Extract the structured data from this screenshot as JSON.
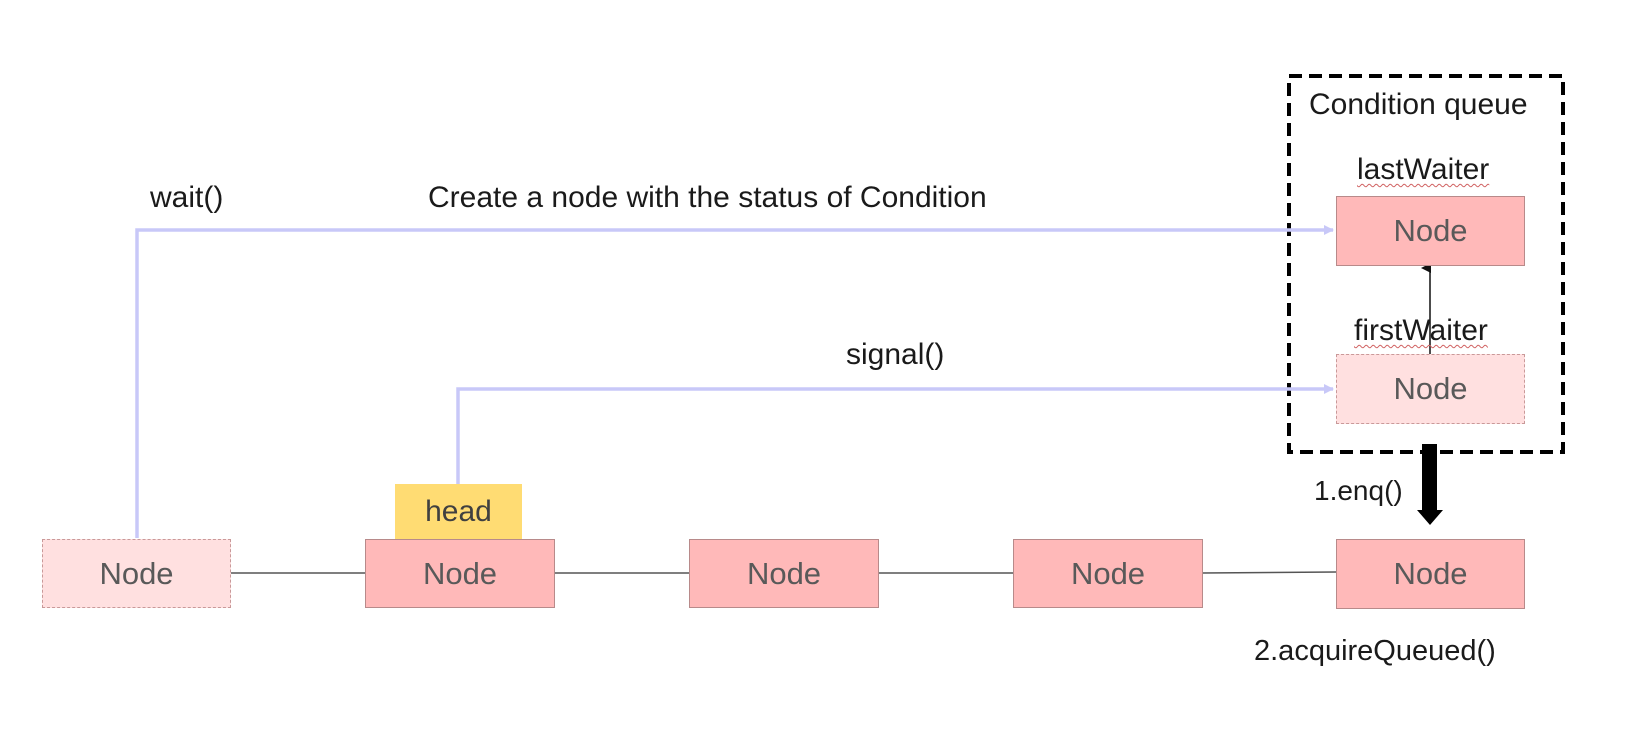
{
  "labels": {
    "wait": "wait()",
    "create_node": "Create a node with the status of Condition",
    "signal": "signal()",
    "condition_queue": "Condition queue",
    "last_waiter": "lastWaiter",
    "first_waiter": "firstWaiter",
    "enq": "1.enq()",
    "acquire_queued": "2.acquireQueued()",
    "head": "head"
  },
  "nodes": {
    "sync_new": "Node",
    "sync_head": "Node",
    "sync_3": "Node",
    "sync_4": "Node",
    "sync_tail": "Node",
    "cond_last": "Node",
    "cond_first": "Node"
  },
  "colors": {
    "node_fill": "#ffb9b9",
    "node_ghost_fill": "#ffe0e0",
    "head_fill": "#ffdc73",
    "flow_arrow": "#c8c8f8",
    "link_line": "#555555"
  }
}
